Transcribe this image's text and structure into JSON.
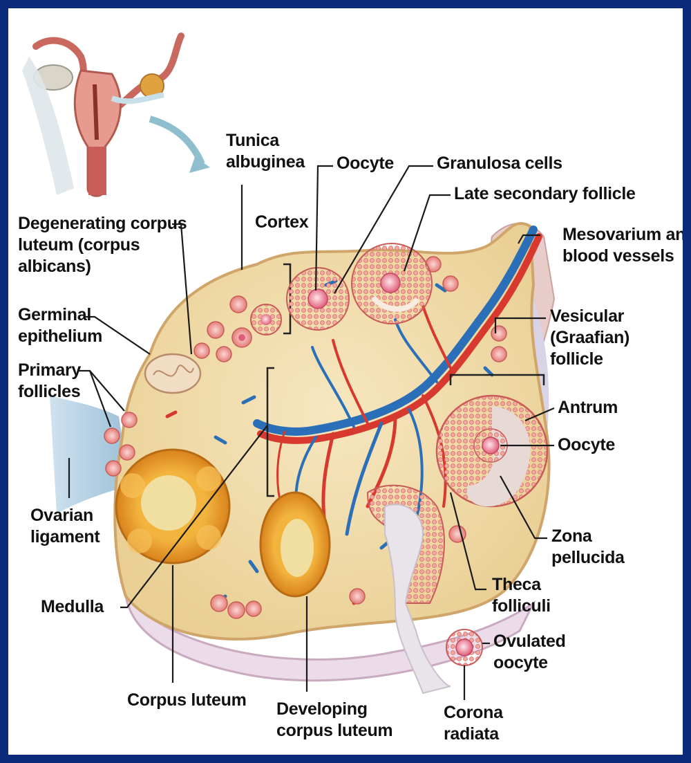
{
  "colors": {
    "frame": "#0b2a7a",
    "ovary_tissue": "#f0d9a6",
    "follicle_pink": "#e8837e",
    "artery_red": "#d8392e",
    "vein_blue": "#2b6fb8",
    "corpus_luteum": "#e6a236"
  },
  "labels": {
    "tunica_albuginea": "Tunica\nalbuginea",
    "oocyte_top": "Oocyte",
    "granulosa_cells": "Granulosa cells",
    "late_secondary_follicle": "Late secondary follicle",
    "cortex": "Cortex",
    "degenerating_corpus_luteum": "Degenerating corpus\nluteum (corpus\nalbicans)",
    "mesovarium": "Mesovarium and\nblood vessels",
    "germinal_epithelium": "Germinal\nepithelium",
    "vesicular_follicle": "Vesicular\n(Graafian)\nfollicle",
    "primary_follicles": "Primary\nfollicles",
    "antrum": "Antrum",
    "oocyte_right": "Oocyte",
    "ovarian_ligament": "Ovarian\nligament",
    "zona_pellucida": "Zona\npellucida",
    "medulla": "Medulla",
    "theca_folliculi": "Theca\nfolliculi",
    "ovulated_oocyte": "Ovulated\noocyte",
    "corpus_luteum": "Corpus luteum",
    "developing_corpus_luteum": "Developing\ncorpus luteum",
    "corona_radiata": "Corona\nradiata"
  }
}
